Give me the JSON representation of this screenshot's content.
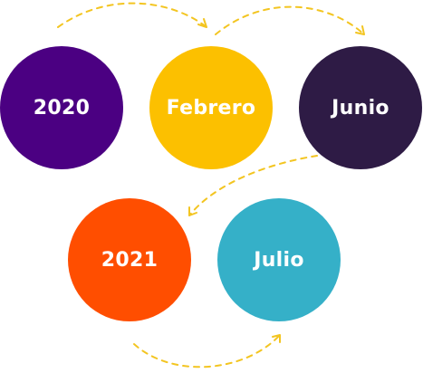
{
  "colors": {
    "arrow": "#F3C521"
  },
  "nodes": [
    {
      "label": "2020",
      "color": "#4B0082"
    },
    {
      "label": "Febrero",
      "color": "#FCC000"
    },
    {
      "label": "Junio",
      "color": "#2E1B45"
    },
    {
      "label": "2021",
      "color": "#FF4E00"
    },
    {
      "label": "Julio",
      "color": "#35B0C8"
    }
  ],
  "connections": [
    {
      "from": "2020",
      "to": "Febrero"
    },
    {
      "from": "Febrero",
      "to": "Junio"
    },
    {
      "from": "Junio",
      "to": "2021"
    },
    {
      "from": "2021",
      "to": "Julio"
    }
  ]
}
